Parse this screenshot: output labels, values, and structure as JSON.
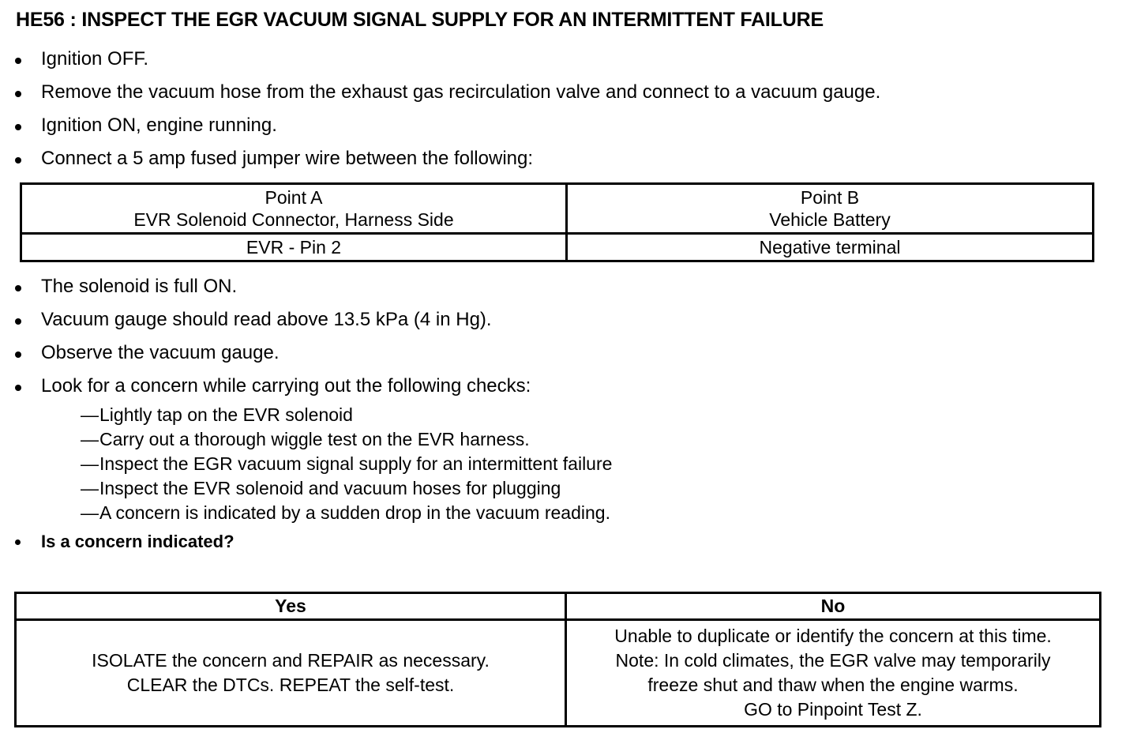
{
  "document": {
    "title": "HE56 : INSPECT THE EGR VACUUM SIGNAL SUPPLY FOR AN INTERMITTENT FAILURE"
  },
  "steps_before_table": [
    {
      "text": "Ignition OFF."
    },
    {
      "text": "Remove the vacuum hose from the exhaust gas recirculation valve and connect to a vacuum gauge."
    },
    {
      "text": "Ignition ON, engine running."
    },
    {
      "text": "Connect a 5 amp fused jumper wire between the following:"
    }
  ],
  "points_table": {
    "headers": [
      {
        "title": "Point A",
        "subtitle": "EVR Solenoid Connector, Harness Side"
      },
      {
        "title": "Point B",
        "subtitle": "Vehicle Battery"
      }
    ],
    "rows": [
      {
        "point_a": "EVR - Pin 2",
        "point_b": "Negative terminal"
      }
    ]
  },
  "steps_after_table": [
    {
      "text": "The solenoid is full ON."
    },
    {
      "text": "Vacuum gauge should read above 13.5 kPa (4 in Hg)."
    },
    {
      "text": "Observe the vacuum gauge."
    },
    {
      "text": "Look for a concern while carrying out the following checks:"
    }
  ],
  "sub_checks": [
    {
      "dash": "—",
      "text": "Lightly tap on the EVR solenoid"
    },
    {
      "dash": "—",
      "text": "Carry out a thorough wiggle test on the EVR harness."
    },
    {
      "dash": "—",
      "text": "Inspect the EGR vacuum signal supply for an intermittent failure"
    },
    {
      "dash": "—",
      "text": "Inspect the EVR solenoid and vacuum hoses for plugging"
    },
    {
      "dash": "—",
      "text": "A concern is indicated by a sudden drop in the vacuum reading."
    }
  ],
  "question": {
    "text": "Is a concern indicated?"
  },
  "answer_table": {
    "headers": [
      "Yes",
      "No"
    ],
    "yes_lines": [
      "ISOLATE the concern and REPAIR as necessary.",
      "CLEAR the DTCs. REPEAT the self-test."
    ],
    "no_lines": [
      "Unable to duplicate or identify the concern at this time.",
      "Note: In cold climates, the EGR valve may temporarily",
      "freeze shut and thaw when the engine warms.",
      "GO to Pinpoint Test Z."
    ]
  },
  "colors": {
    "text": "#000000",
    "background": "#ffffff",
    "border": "#000000"
  }
}
